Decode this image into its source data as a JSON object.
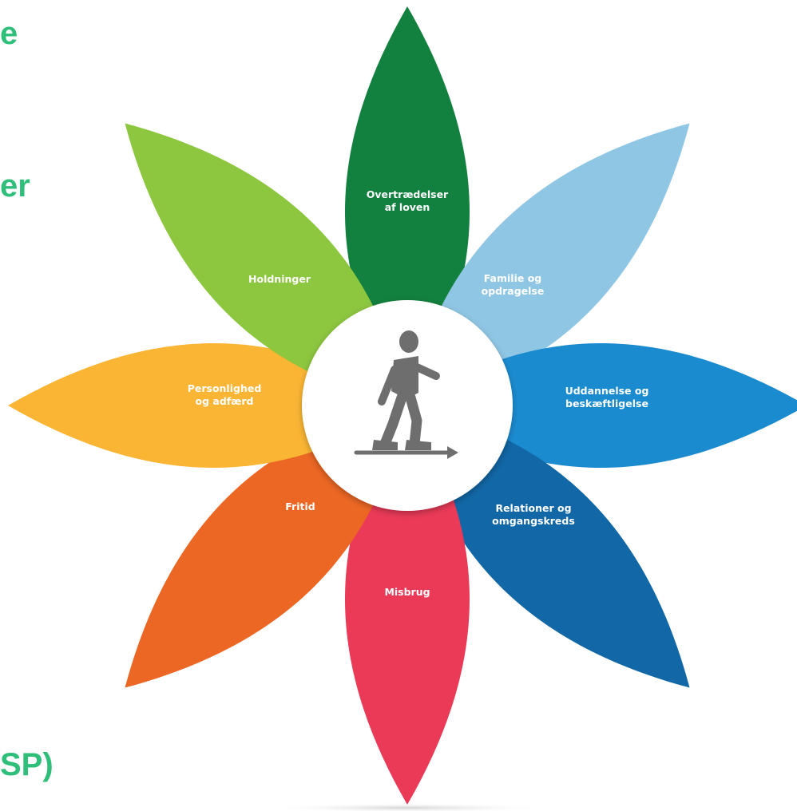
{
  "edge_texts": [
    "e",
    "er",
    "SP)"
  ],
  "center_icon": "walking-person-forward-arrow-icon",
  "colors": {
    "edge_text": "#2fbf7a",
    "center_fill": "#ffffff",
    "icon": "#6e6e6e"
  },
  "petals": [
    {
      "id": "overtraedelser",
      "lines": [
        "Overtrædelser",
        "af loven"
      ],
      "color": "#12803e"
    },
    {
      "id": "familie",
      "lines": [
        "Familie og",
        "opdragelse"
      ],
      "color": "#8fc6e4"
    },
    {
      "id": "uddannelse",
      "lines": [
        "Uddannelse og",
        "beskæftligelse"
      ],
      "color": "#1b8bd0"
    },
    {
      "id": "relationer",
      "lines": [
        "Relationer og",
        "omgangskreds"
      ],
      "color": "#1267a6"
    },
    {
      "id": "misbrug",
      "lines": [
        "Misbrug"
      ],
      "color": "#ea3a58"
    },
    {
      "id": "fritid",
      "lines": [
        "Fritid"
      ],
      "color": "#ec6724"
    },
    {
      "id": "personlighed",
      "lines": [
        "Personlighed",
        "og adfærd"
      ],
      "color": "#fbb534"
    },
    {
      "id": "holdninger",
      "lines": [
        "Holdninger"
      ],
      "color": "#8dc63f"
    }
  ]
}
